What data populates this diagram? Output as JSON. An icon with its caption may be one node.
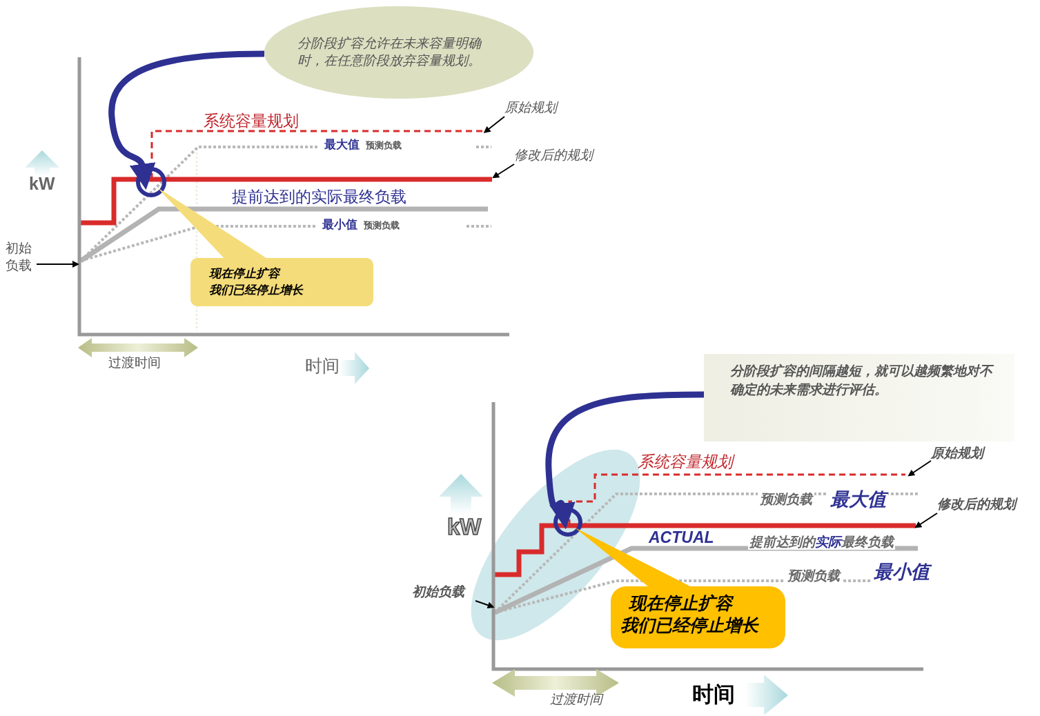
{
  "diagram": {
    "nodes": [
      {
        "text": [
          "分阶段扩容允许在未来容量明确时，在任意阶段放弃容量规划。"
        ]
      },
      {
        "text": [],
        "shape": "circle"
      },
      {
        "text": [
          "现在停止扩容",
          "我们已经停止增长"
        ]
      },
      {
        "text": [
          "原始规划"
        ]
      },
      {
        "text": [
          "修改后的规划"
        ]
      },
      {
        "text": [
          "初始负载"
        ]
      },
      {
        "text": [
          "分阶段扩容的间隔越短，就可以越频繁地对不确定的未来需求进行评估。"
        ]
      },
      {
        "text": [],
        "shape": "circle"
      },
      {
        "text": [
          "现在停止扩容",
          "我们已经停止增长"
        ]
      },
      {
        "text": [
          "原始规划"
        ]
      },
      {
        "text": [
          "修改后的规划"
        ]
      },
      {
        "text": [
          "初始负载"
        ]
      }
    ],
    "edges": [
      {
        "from": 0,
        "to": 1,
        "arrow": "to",
        "style": "thick",
        "color": "#2e3192"
      },
      {
        "from": 3,
        "to": null,
        "arrow": "to"
      },
      {
        "from": 4,
        "to": null,
        "arrow": "to"
      },
      {
        "from": 5,
        "to": null,
        "arrow": "to"
      },
      {
        "from": 6,
        "to": 7,
        "arrow": "to",
        "style": "thick",
        "color": "#2e3192"
      },
      {
        "from": 9,
        "to": null,
        "arrow": "to"
      },
      {
        "from": 10,
        "to": null,
        "arrow": "to"
      },
      {
        "from": 11,
        "to": null,
        "arrow": "to"
      }
    ],
    "labels": [
      "系统容量规划",
      "最大值",
      "预测负载",
      "kW",
      "提前达到的实际最终负载",
      "最小值",
      "预测负载",
      "过渡时间",
      "时间",
      "系统容量规划",
      "预测负载",
      "最大值",
      "kW",
      "ACTUAL",
      "提前达到的**实际**最终负载",
      "预测负载",
      "最小值",
      "过渡时间",
      "时间"
    ]
  }
}
